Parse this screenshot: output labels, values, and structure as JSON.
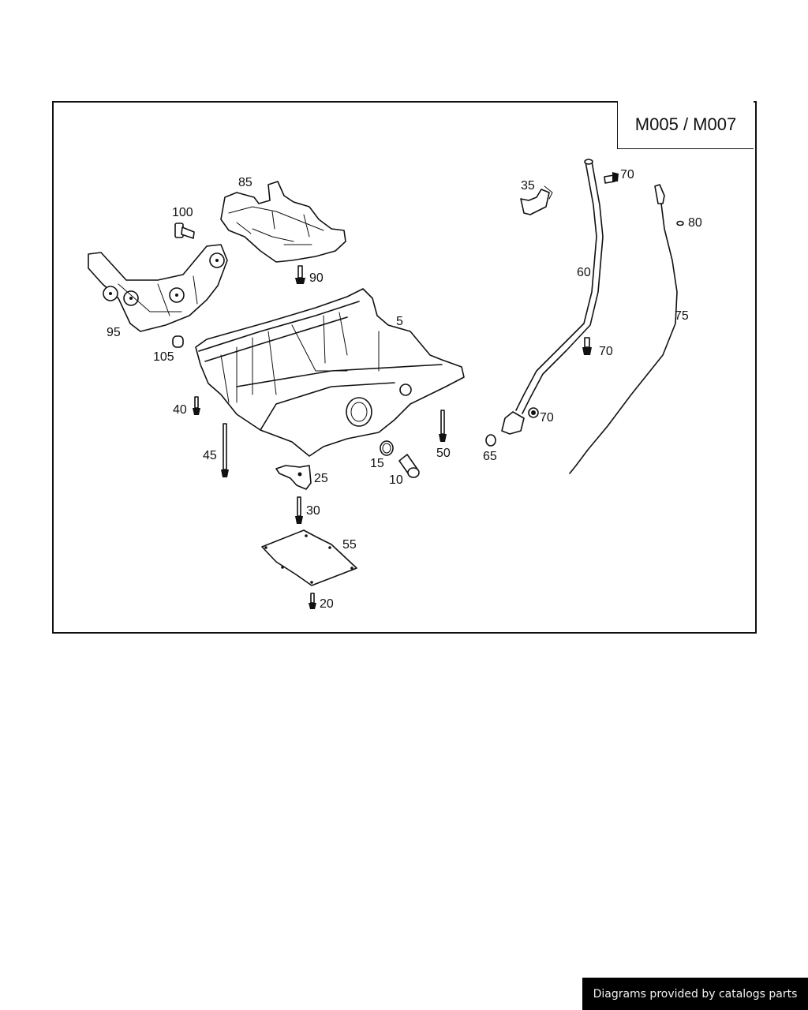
{
  "diagram": {
    "model_codes": "M005 / M007",
    "callouts": [
      {
        "id": "5",
        "part": "oil-pan"
      },
      {
        "id": "10",
        "part": "drain-plug"
      },
      {
        "id": "15",
        "part": "seal-ring"
      },
      {
        "id": "20",
        "part": "bolt"
      },
      {
        "id": "25",
        "part": "bracket"
      },
      {
        "id": "30",
        "part": "bolt"
      },
      {
        "id": "35",
        "part": "clip-bracket"
      },
      {
        "id": "40",
        "part": "bolt"
      },
      {
        "id": "45",
        "part": "long-bolt"
      },
      {
        "id": "50",
        "part": "bolt"
      },
      {
        "id": "55",
        "part": "cover-gasket"
      },
      {
        "id": "60",
        "part": "dipstick-guide-tube"
      },
      {
        "id": "65",
        "part": "o-ring"
      },
      {
        "id": "70",
        "part": "bolt"
      },
      {
        "id": "75",
        "part": "oil-dipstick"
      },
      {
        "id": "80",
        "part": "o-ring"
      },
      {
        "id": "85",
        "part": "baffle-plate"
      },
      {
        "id": "90",
        "part": "bolt"
      },
      {
        "id": "95",
        "part": "mounting-bracket"
      },
      {
        "id": "100",
        "part": "bolt"
      },
      {
        "id": "105",
        "part": "bushing"
      }
    ],
    "labels": {
      "c5": "5",
      "c10": "10",
      "c15": "15",
      "c20": "20",
      "c25": "25",
      "c30": "30",
      "c35": "35",
      "c40": "40",
      "c45": "45",
      "c50": "50",
      "c55": "55",
      "c60": "60",
      "c65": "65",
      "c70a": "70",
      "c70b": "70",
      "c70c": "70",
      "c75": "75",
      "c80": "80",
      "c85": "85",
      "c90": "90",
      "c95": "95",
      "c100": "100",
      "c105": "105"
    }
  },
  "footer": {
    "credit": "Diagrams provided by catalogs parts"
  }
}
